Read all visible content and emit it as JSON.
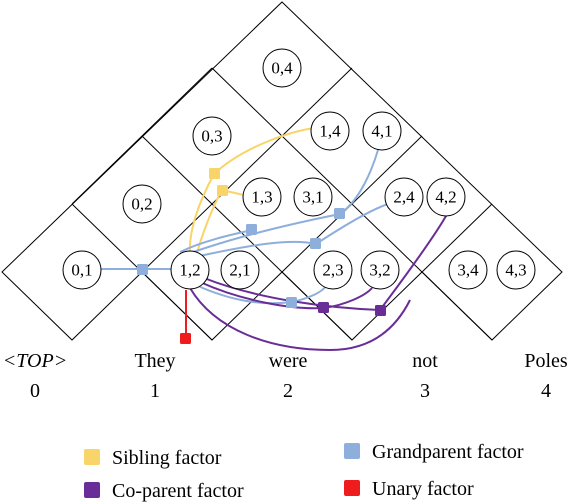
{
  "tokens": [
    {
      "word": "<TOP>",
      "index": "0"
    },
    {
      "word": "They",
      "index": "1"
    },
    {
      "word": "were",
      "index": "2"
    },
    {
      "word": "not",
      "index": "3"
    },
    {
      "word": "Poles",
      "index": "4"
    }
  ],
  "spans": [
    {
      "label": "0,4"
    },
    {
      "label": "0,3"
    },
    {
      "label": "1,4"
    },
    {
      "label": "4,1"
    },
    {
      "label": "0,2"
    },
    {
      "label": "1,3"
    },
    {
      "label": "3,1"
    },
    {
      "label": "2,4"
    },
    {
      "label": "4,2"
    },
    {
      "label": "0,1"
    },
    {
      "label": "1,2"
    },
    {
      "label": "2,1"
    },
    {
      "label": "2,3"
    },
    {
      "label": "3,2"
    },
    {
      "label": "3,4"
    },
    {
      "label": "4,3"
    }
  ],
  "legend": {
    "sibling": {
      "label": "Sibling factor",
      "color": "#f9d468"
    },
    "grandparent": {
      "label": "Grandparent factor",
      "color": "#8eaedb"
    },
    "coparent": {
      "label": "Co-parent factor",
      "color": "#6a2c96"
    },
    "unary": {
      "label": "Unary factor",
      "color": "#ee1c1c"
    }
  }
}
